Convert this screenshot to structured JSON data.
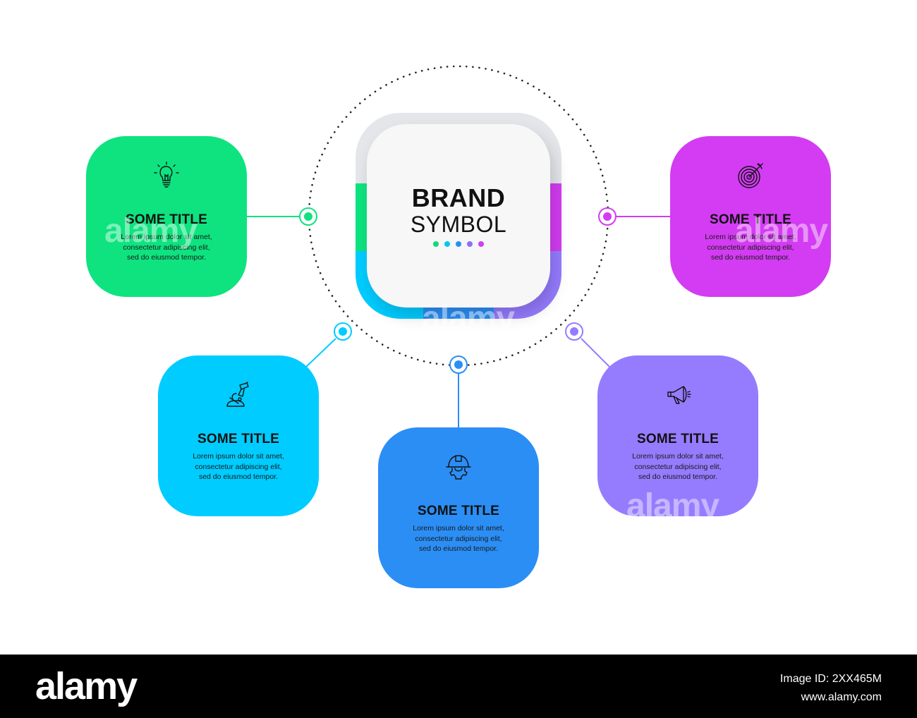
{
  "center": {
    "line1": "BRAND",
    "line2": "SYMBOL",
    "dot_colors": [
      "#14d977",
      "#00c8f0",
      "#2b8ef0",
      "#8b6fff",
      "#d03ff0"
    ]
  },
  "cards": [
    {
      "id": "green",
      "title": "SOME TITLE",
      "body": "Lorem ipsum dolor sit amet,\nconsectetur adipiscing elit,\nsed do eiusmod tempor.",
      "color": "#0ee37f",
      "icon": "lightbulb-icon"
    },
    {
      "id": "cyan",
      "title": "SOME TITLE",
      "body": "Lorem ipsum dolor sit amet,\nconsectetur adipiscing elit,\nsed do eiusmod tempor.",
      "color": "#00ccff",
      "icon": "microscope-icon"
    },
    {
      "id": "blue",
      "title": "SOME TITLE",
      "body": "Lorem ipsum dolor sit amet,\nconsectetur adipiscing elit,\nsed do eiusmod tempor.",
      "color": "#2b8ef5",
      "icon": "hardhat-gear-icon"
    },
    {
      "id": "violet",
      "title": "SOME TITLE",
      "body": "Lorem ipsum dolor sit amet,\nconsectetur adipiscing elit,\nsed do eiusmod tempor.",
      "color": "#957cff",
      "icon": "megaphone-icon"
    },
    {
      "id": "magenta",
      "title": "SOME TITLE",
      "body": "Lorem ipsum dolor sit amet,\nconsectetur adipiscing elit,\nsed do eiusmod tempor.",
      "color": "#d33cf2",
      "icon": "target-icon"
    }
  ],
  "watermark": {
    "text": "alamy"
  },
  "footer": {
    "logo": "alamy",
    "image_id": "Image ID: 2XX465M",
    "site": "www.alamy.com"
  }
}
